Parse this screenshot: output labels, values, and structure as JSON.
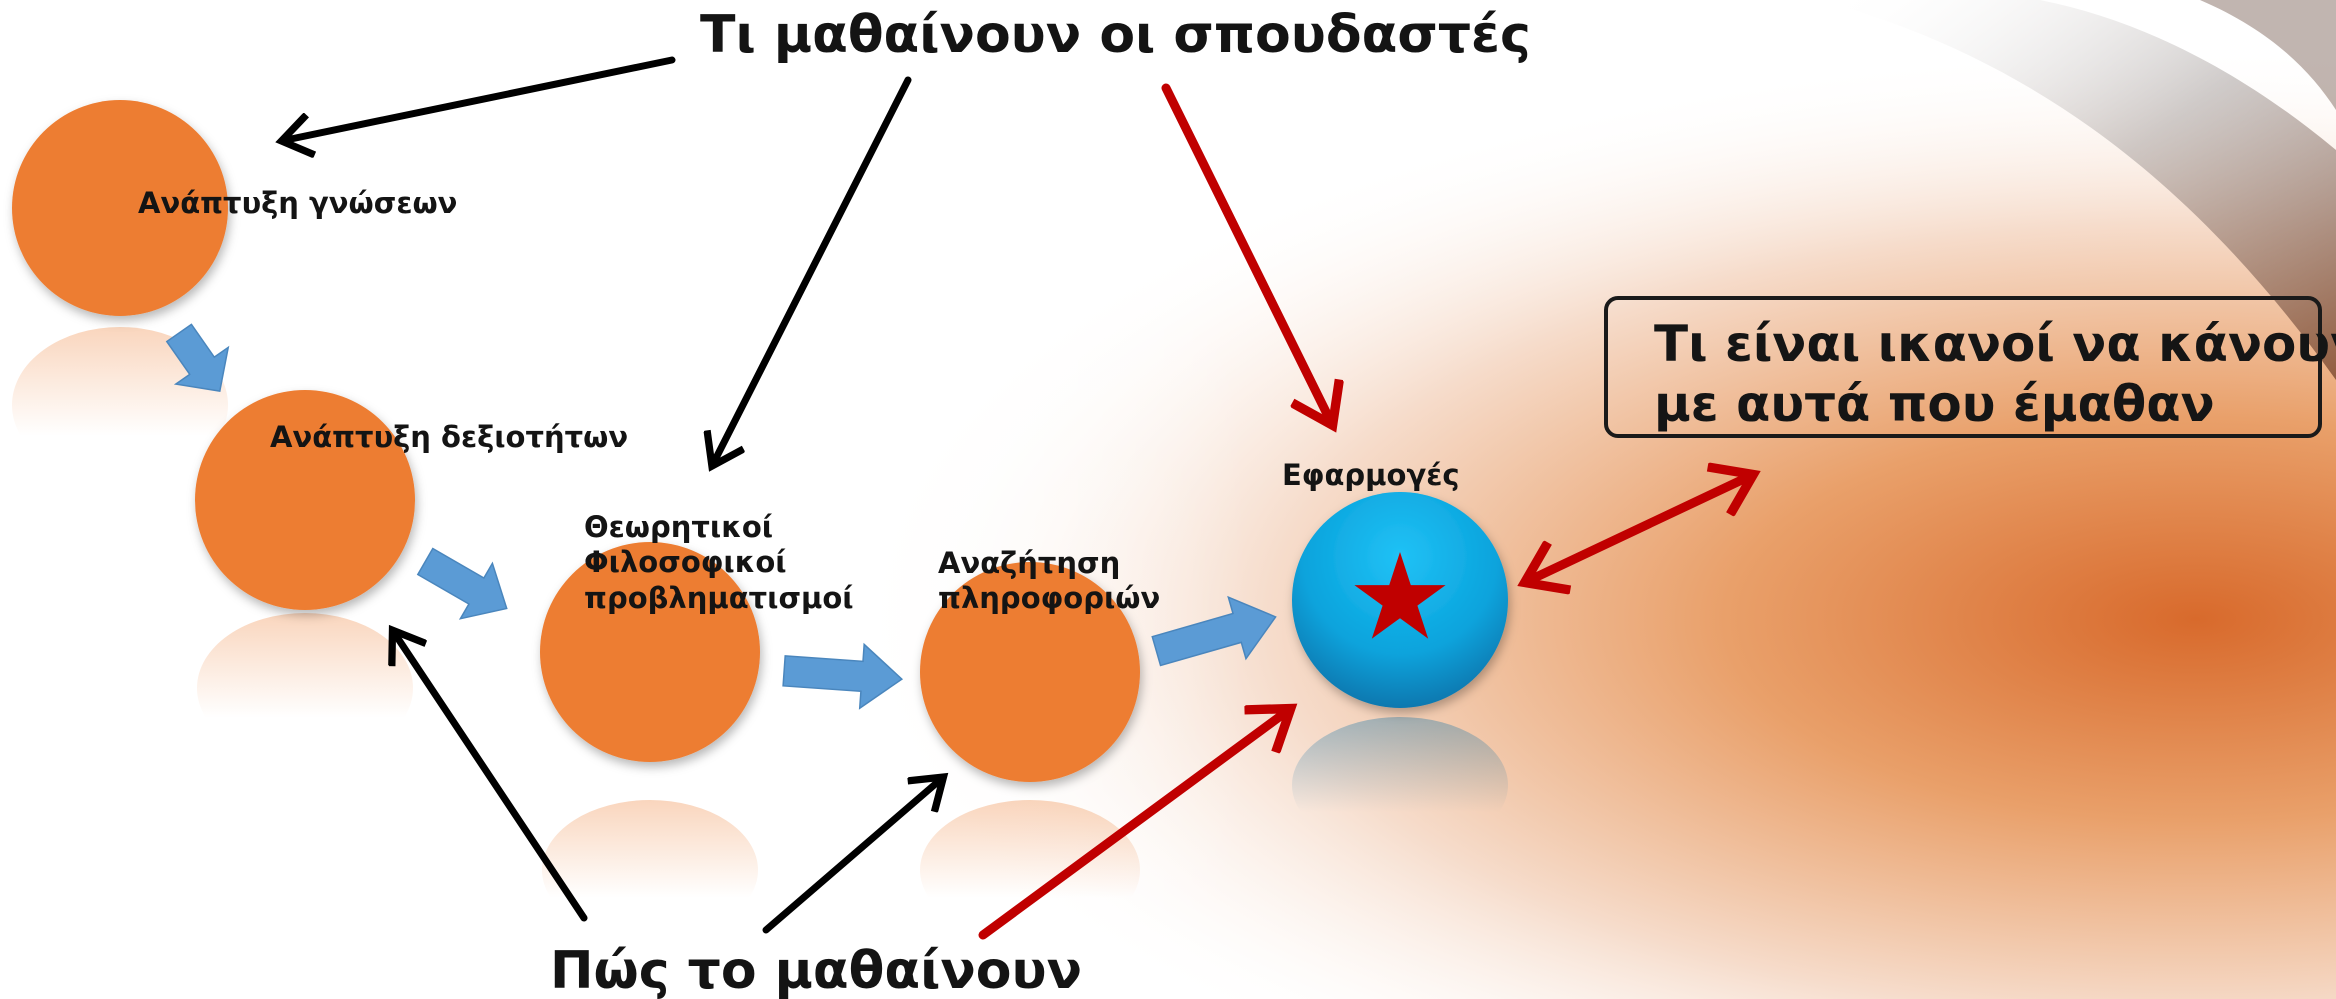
{
  "titles": {
    "what_students_learn": "Τι μαθαίνουν οι σπουδαστές",
    "how_they_learn": "Πώς το μαθαίνουν"
  },
  "nodes": {
    "knowledge": "Ανάπτυξη γνώσεων",
    "skills": "Ανάπτυξη δεξιοτήτων",
    "theoretical": [
      "Θεωρητικοί",
      "Φιλοσοφικοί",
      "προβληματισμοί"
    ],
    "search": [
      "Αναζήτηση",
      "πληροφοριών"
    ],
    "applications": "Εφαρμογές"
  },
  "result_box": {
    "lines": [
      "Τι είναι ικανοί να κάνουν",
      "με αυτά που έμαθαν"
    ]
  },
  "colors": {
    "node_orange": "#ed7d31",
    "node_blue": "#0f9ed8",
    "flow_arrow": "#5b9bd5",
    "black_arrow": "#000000",
    "red_arrow": "#c00000",
    "star": "#c00000"
  }
}
